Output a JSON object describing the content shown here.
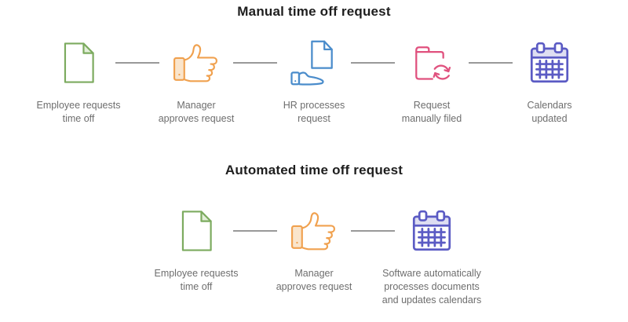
{
  "colors": {
    "green": "#7CAB5F",
    "green_light": "#E3EFD9",
    "orange": "#F0A14F",
    "orange_light": "#FAE5CC",
    "blue": "#4A8CCB",
    "pink": "#E0517E",
    "purple": "#5B5BC4",
    "purple_light": "#DEDEF2",
    "title_text": "#1E1E1E",
    "label_text": "#6E6E6E",
    "connector": "#999999",
    "background": "#FFFFFF"
  },
  "sections": [
    {
      "title": "Manual time off request",
      "steps": [
        {
          "icon": "document-icon",
          "label": "Employee requests\ntime off"
        },
        {
          "icon": "thumbs-up-icon",
          "label": "Manager\napproves request"
        },
        {
          "icon": "document-hand-icon",
          "label": "HR processes\nrequest"
        },
        {
          "icon": "folder-sync-icon",
          "label": "Request\nmanually filed"
        },
        {
          "icon": "calendar-icon",
          "label": "Calendars\nupdated"
        }
      ]
    },
    {
      "title": "Automated time off request",
      "steps": [
        {
          "icon": "document-icon",
          "label": "Employee requests\ntime off"
        },
        {
          "icon": "thumbs-up-icon",
          "label": "Manager\napproves request"
        },
        {
          "icon": "calendar-icon",
          "label": "Software automatically\nprocesses documents\nand updates calendars"
        }
      ]
    }
  ]
}
